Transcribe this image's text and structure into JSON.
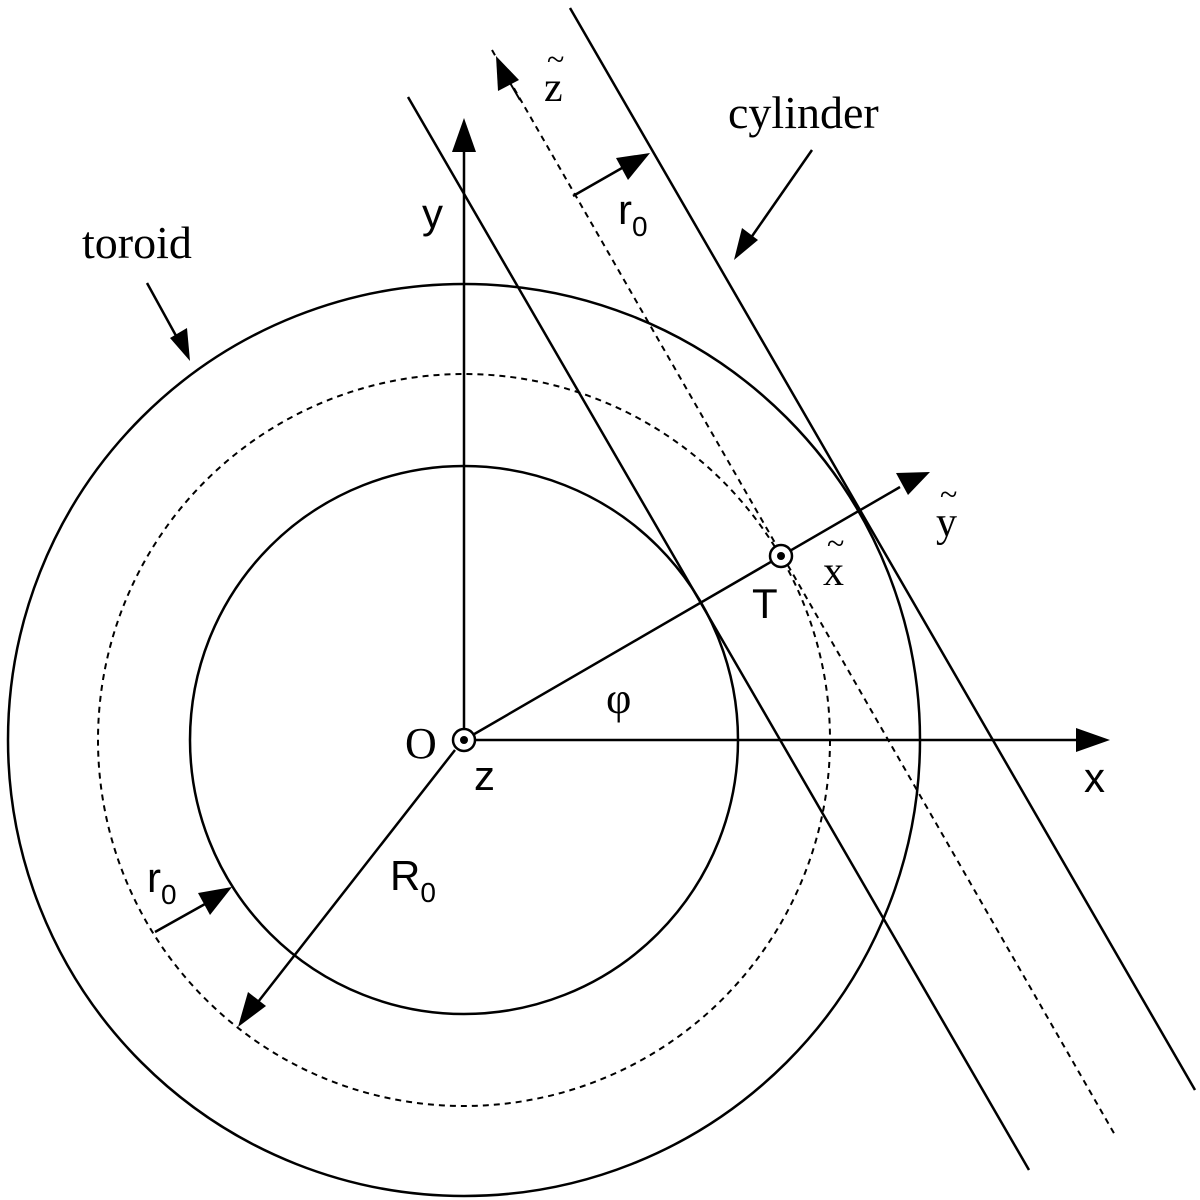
{
  "labels": {
    "toroid": "toroid",
    "cylinder": "cylinder",
    "x": "x",
    "y": "y",
    "z": "z",
    "origin": "O",
    "tangent_point": "T",
    "phi": "φ",
    "R0_main": "R",
    "R0_sub": "0",
    "r0_letter": "r",
    "r0_sub": "0",
    "x_tilde": "x",
    "y_tilde": "y",
    "z_tilde": "z",
    "tilde": "~"
  },
  "colors": {
    "stroke": "#000000",
    "background": "#ffffff"
  }
}
